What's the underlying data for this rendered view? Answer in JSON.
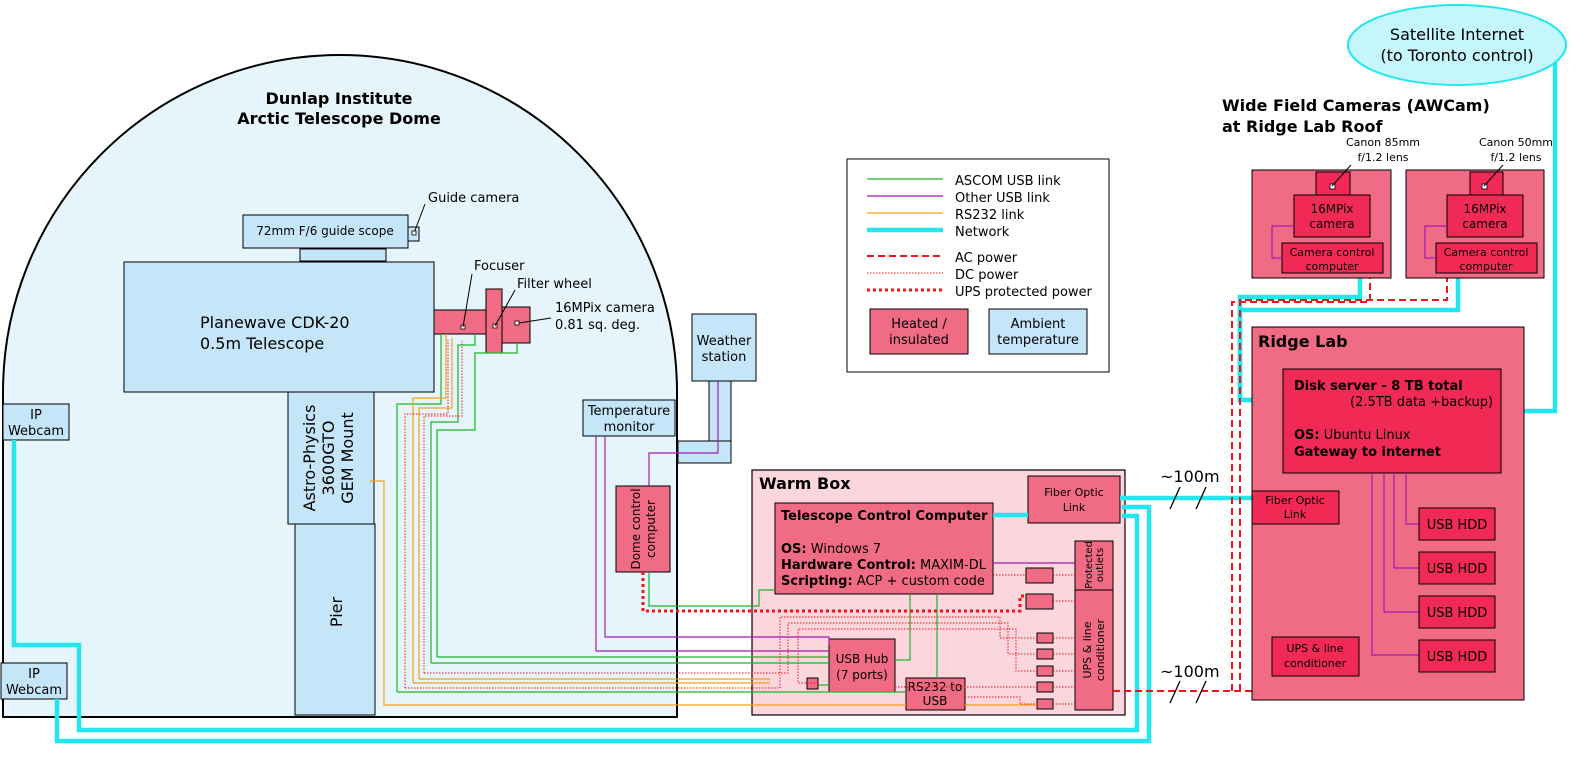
{
  "dome": {
    "title_line1": "Dunlap Institute",
    "title_line2": "Arctic Telescope Dome",
    "guide_scope": "72mm F/6 guide scope",
    "guide_camera": "Guide camera",
    "telescope_line1": "Planewave CDK-20",
    "telescope_line2": "0.5m Telescope",
    "focuser": "Focuser",
    "filter_wheel": "Filter wheel",
    "camera_line1": "16MPix camera",
    "camera_line2": "0.81 sq. deg.",
    "mount_line1": "Astro-Physics",
    "mount_line2": "3600GTO",
    "mount_line3": "GEM Mount",
    "pier": "Pier",
    "webcam1_line1": "IP",
    "webcam1_line2": "Webcam",
    "webcam2_line1": "IP",
    "webcam2_line2": "Webcam",
    "temp_line1": "Temperature",
    "temp_line2": "monitor",
    "dome_ctrl_line1": "Dome control",
    "dome_ctrl_line2": "computer"
  },
  "weather": {
    "line1": "Weather",
    "line2": "station"
  },
  "legend": {
    "items": [
      {
        "label": "ASCOM USB link",
        "style": "usb",
        "color": "#1db32a"
      },
      {
        "label": "Other USB link",
        "style": "oth",
        "color": "#a21bb3"
      },
      {
        "label": "RS232 link",
        "style": "rs",
        "color": "#f5a019"
      },
      {
        "label": "Network",
        "style": "net",
        "color": "#24e6ee"
      },
      {
        "label": "AC power",
        "style": "ac",
        "color": "#ee1616"
      },
      {
        "label": "DC power",
        "style": "dc",
        "color": "#ee1616"
      },
      {
        "label": "UPS protected power",
        "style": "ups",
        "color": "#ee1616"
      }
    ],
    "heated_line1": "Heated /",
    "heated_line2": "insulated",
    "ambient_line1": "Ambient",
    "ambient_line2": "temperature"
  },
  "warm_box": {
    "title": "Warm Box",
    "tcc_title": "Telescope Control Computer",
    "os_label": "OS:",
    "os_value": " Windows 7",
    "hw_label": "Hardware Control:",
    "hw_value": " MAXIM-DL",
    "script_label": "Scripting:",
    "script_value": " ACP + custom code",
    "fiber_line1": "Fiber Optic",
    "fiber_line2": "Link",
    "protected": "Protected",
    "outlets": "outlets",
    "ups_line1": "UPS & line",
    "ups_line2": "conditioner",
    "usb_hub_line1": "USB Hub",
    "usb_hub_line2": "(7 ports)",
    "rs232_line1": "RS232 to",
    "rs232_line2": "USB"
  },
  "links": {
    "distance_top": "~100m",
    "distance_bottom": "~100m"
  },
  "awcam": {
    "title_line1": "Wide Field Cameras (AWCam)",
    "title_line2": "at Ridge Lab Roof",
    "lens1_line1": "Canon 85mm",
    "lens1_line2": "f/1.2 lens",
    "lens2_line1": "Canon 50mm",
    "lens2_line2": "f/1.2 lens",
    "cam_line1": "16MPix",
    "cam_line2": "camera",
    "ctrl_line1": "Camera control",
    "ctrl_line2": "computer"
  },
  "satellite": {
    "line1": "Satellite Internet",
    "line2": "(to Toronto control)"
  },
  "ridge_lab": {
    "title": "Ridge Lab",
    "disk_title": "Disk server - 8 TB total",
    "disk_sub": "(2.5TB data +backup)",
    "os_label": "OS:",
    "os_value": " Ubuntu Linux",
    "gateway": "Gateway to internet",
    "fiber_line1": "Fiber Optic",
    "fiber_line2": "Link",
    "hdd": [
      "USB HDD",
      "USB HDD",
      "USB HDD",
      "USB HDD"
    ],
    "ups_line1": "UPS & line",
    "ups_line2": "conditioner"
  },
  "colors": {
    "ambient": "#c5e6f8",
    "heated": "#f06b84",
    "heated_dark": "#f02a55",
    "dome_fill": "#e6f4fc",
    "warm_box_fill": "#fcd6dd",
    "ascom_usb": "#1db32a",
    "other_usb": "#a21bb3",
    "rs232": "#f5a019",
    "network": "#24e6ee",
    "power": "#ee1616"
  }
}
